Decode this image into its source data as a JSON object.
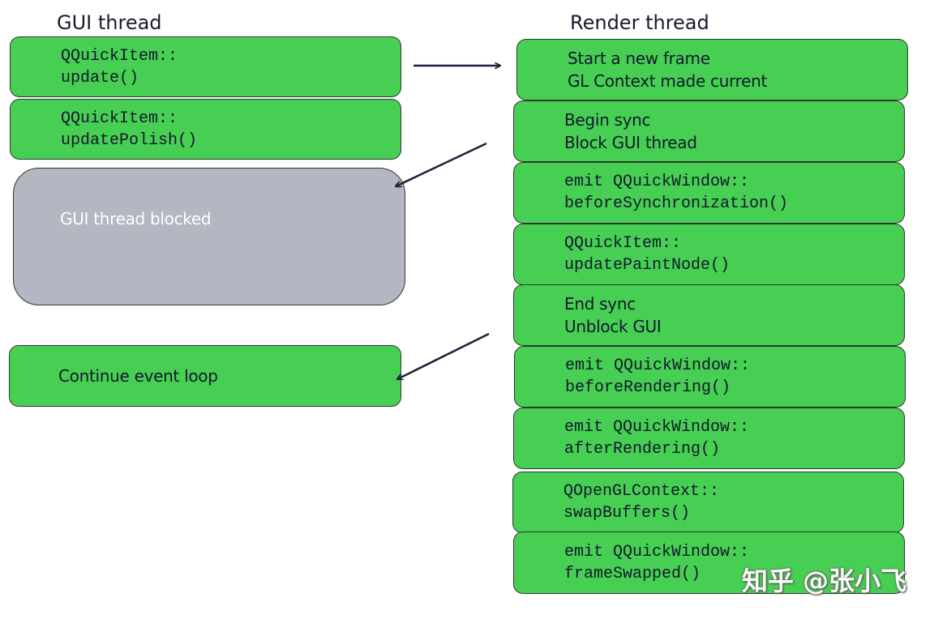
{
  "gui_column": {
    "title": "GUI thread",
    "boxes": [
      {
        "lines": [
          "QQuickItem::",
          "update()"
        ]
      },
      {
        "lines": [
          "QQuickItem::",
          "updatePolish()"
        ]
      },
      {
        "lines": [
          "GUI thread blocked"
        ]
      },
      {
        "lines": [
          "Continue event loop"
        ]
      }
    ]
  },
  "render_column": {
    "title": "Render thread",
    "boxes": [
      {
        "lines": [
          "Start a new frame",
          "GL Context made current"
        ]
      },
      {
        "lines": [
          "Begin sync",
          "Block GUI thread"
        ]
      },
      {
        "lines": [
          "emit QQuickWindow::",
          "beforeSynchronization()"
        ]
      },
      {
        "lines": [
          "QQuickItem::",
          "updatePaintNode()"
        ]
      },
      {
        "lines": [
          "End sync",
          "Unblock GUI"
        ]
      },
      {
        "lines": [
          "emit QQuickWindow::",
          "beforeRendering()"
        ]
      },
      {
        "lines": [
          "emit QQuickWindow::",
          "afterRendering()"
        ]
      },
      {
        "lines": [
          "QOpenGLContext::",
          "swapBuffers()"
        ]
      },
      {
        "lines": [
          "emit QQuickWindow::",
          "frameSwapped()"
        ]
      }
    ]
  },
  "colors": {
    "box_green": "#47cf53",
    "box_gray": "#b4b6c2",
    "arrow": "#1c2038",
    "text_dark": "#14182e",
    "text_light": "#ffffff"
  },
  "watermark": "知乎 @张小飞"
}
